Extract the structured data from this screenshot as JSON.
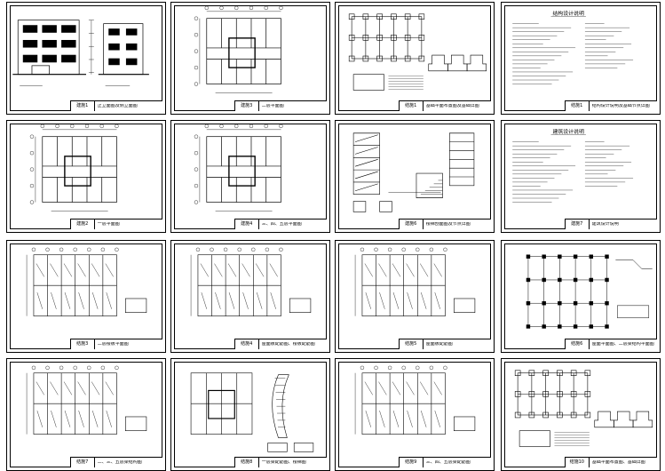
{
  "sheets": [
    {
      "code": "建施1",
      "title": "正立面图及侧立面图",
      "type": "elevation"
    },
    {
      "code": "建施3",
      "title": "二层平面图",
      "type": "plan"
    },
    {
      "code": "结施1",
      "title": "基础平面布置图及基础详图",
      "type": "foundation"
    },
    {
      "code": "结施1",
      "title": "结构设计说明及基础节点详图",
      "type": "notes"
    },
    {
      "code": "建施2",
      "title": "一层平面图",
      "type": "plan"
    },
    {
      "code": "建施4",
      "title": "三、四、五层平面图",
      "type": "plan"
    },
    {
      "code": "建施6",
      "title": "楼梯剖面图及节点详图",
      "type": "section"
    },
    {
      "code": "建施7",
      "title": "建筑设计说明",
      "type": "notes"
    },
    {
      "code": "结施3",
      "title": "二层楼板平面图",
      "type": "slab"
    },
    {
      "code": "结施4",
      "title": "屋面板配筋图、楼板配筋图",
      "type": "slab"
    },
    {
      "code": "结施5",
      "title": "屋面板配筋图",
      "type": "slab"
    },
    {
      "code": "结施6",
      "title": "屋面平面图、二层梁结构平面图",
      "type": "frame"
    },
    {
      "code": "结施7",
      "title": "二、三、五层梁结构图",
      "type": "slab"
    },
    {
      "code": "结施8",
      "title": "一层梁配筋图、楼梯图",
      "type": "stairs"
    },
    {
      "code": "结施9",
      "title": "三、四、五层梁配筋图",
      "type": "slab"
    },
    {
      "code": "结施10",
      "title": "基础平面布置图、基础详图",
      "type": "foundation"
    }
  ],
  "sheet_headings": {
    "notes_structure": "结构设计说明",
    "notes_architecture": "建筑设计说明"
  }
}
